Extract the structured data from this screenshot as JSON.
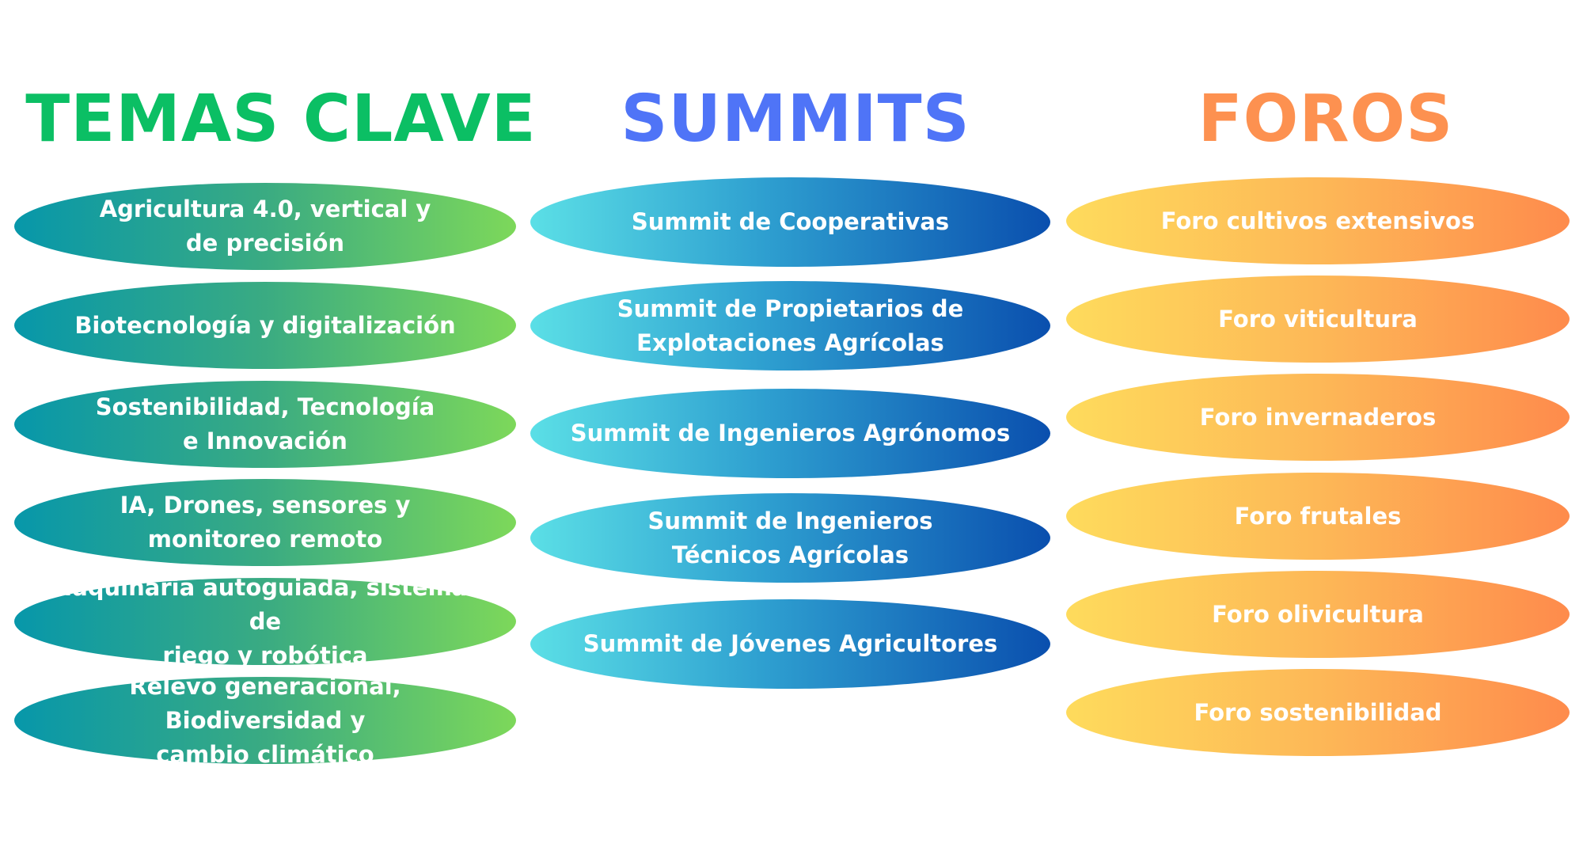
{
  "columns": {
    "temas": {
      "title": "TEMAS CLAVE",
      "items": [
        "Agricultura 4.0, vertical y\nde precisión",
        "Biotecnología y digitalización",
        "Sostenibilidad, Tecnología\ne Innovación",
        "IA, Drones, sensores y\nmonitoreo remoto",
        "Maquinaria autoguiada, sistemas de\nriego y robótica",
        "Relevo generacional, Biodiversidad y\ncambio climático"
      ]
    },
    "summits": {
      "title": "SUMMITS",
      "items": [
        "Summit de Cooperativas",
        "Summit de Propietarios de\nExplotaciones Agrícolas",
        "Summit de Ingenieros Agrónomos",
        "Summit de Ingenieros\nTécnicos Agrícolas",
        "Summit de Jóvenes Agricultores"
      ]
    },
    "foros": {
      "title": "FOROS",
      "items": [
        "Foro cultivos extensivos",
        "Foro viticultura",
        "Foro invernaderos",
        "Foro frutales",
        "Foro olivicultura",
        "Foro sostenibilidad"
      ]
    }
  },
  "colors": {
    "temas_title": "#0bbf64",
    "summits_title": "#4f74f7",
    "foros_title": "#fd9150",
    "temas_gradient": [
      "#0797aa",
      "#7dd85a"
    ],
    "summits_gradient": [
      "#5bdfe6",
      "#0a4fae"
    ],
    "foros_gradient": [
      "#fedb5c",
      "#fe8b4c"
    ]
  }
}
